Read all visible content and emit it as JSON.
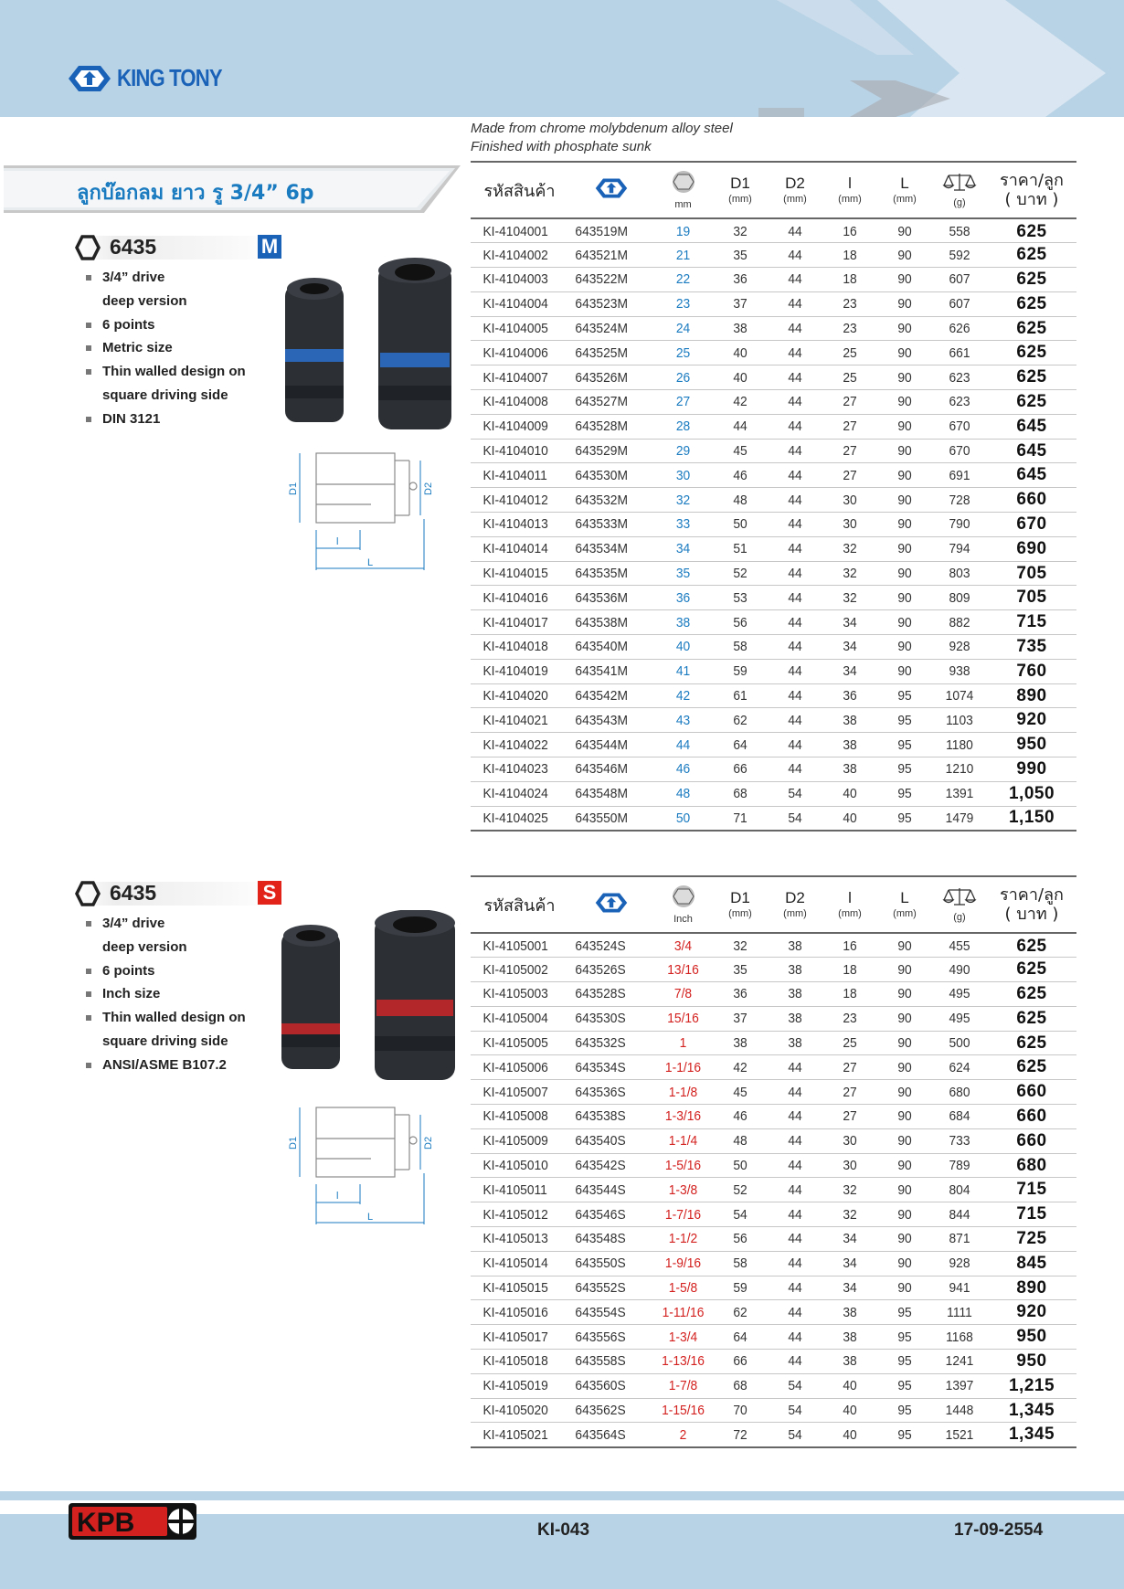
{
  "brand": {
    "name": "KING TONY"
  },
  "title": "ลูกบ๊อกลม ยาว รู 3/4” 6p",
  "material_note": [
    "Made from chrome molybdenum alloy steel",
    "Finished with phosphate sunk"
  ],
  "table_headers": {
    "code": "รหัสสินค้า",
    "size_unit_metric": "mm",
    "size_unit_inch": "Inch",
    "d1": "D1",
    "d2": "D2",
    "l_small": "l",
    "l_big": "L",
    "unit_mm": "(mm)",
    "unit_g": "(g)",
    "price_line1": "ราคา/ลูก",
    "price_line2": "( บาท )"
  },
  "dimension_labels": {
    "d1": "D1",
    "d2": "D2",
    "l_small": "l",
    "l_big": "L"
  },
  "section_m": {
    "model": "6435",
    "badge": "M",
    "badge_color": "#1a62b8",
    "features": [
      "3/4” drive",
      "deep version",
      "6 points",
      "Metric size",
      "Thin walled design on",
      "square driving side",
      "DIN 3121"
    ],
    "rows": [
      [
        "KI-4104001",
        "643519M",
        "19",
        "32",
        "44",
        "16",
        "90",
        "558",
        "625"
      ],
      [
        "KI-4104002",
        "643521M",
        "21",
        "35",
        "44",
        "18",
        "90",
        "592",
        "625"
      ],
      [
        "KI-4104003",
        "643522M",
        "22",
        "36",
        "44",
        "18",
        "90",
        "607",
        "625"
      ],
      [
        "KI-4104004",
        "643523M",
        "23",
        "37",
        "44",
        "23",
        "90",
        "607",
        "625"
      ],
      [
        "KI-4104005",
        "643524M",
        "24",
        "38",
        "44",
        "23",
        "90",
        "626",
        "625"
      ],
      [
        "KI-4104006",
        "643525M",
        "25",
        "40",
        "44",
        "25",
        "90",
        "661",
        "625"
      ],
      [
        "KI-4104007",
        "643526M",
        "26",
        "40",
        "44",
        "25",
        "90",
        "623",
        "625"
      ],
      [
        "KI-4104008",
        "643527M",
        "27",
        "42",
        "44",
        "27",
        "90",
        "623",
        "625"
      ],
      [
        "KI-4104009",
        "643528M",
        "28",
        "44",
        "44",
        "27",
        "90",
        "670",
        "645"
      ],
      [
        "KI-4104010",
        "643529M",
        "29",
        "45",
        "44",
        "27",
        "90",
        "670",
        "645"
      ],
      [
        "KI-4104011",
        "643530M",
        "30",
        "46",
        "44",
        "27",
        "90",
        "691",
        "645"
      ],
      [
        "KI-4104012",
        "643532M",
        "32",
        "48",
        "44",
        "30",
        "90",
        "728",
        "660"
      ],
      [
        "KI-4104013",
        "643533M",
        "33",
        "50",
        "44",
        "30",
        "90",
        "790",
        "670"
      ],
      [
        "KI-4104014",
        "643534M",
        "34",
        "51",
        "44",
        "32",
        "90",
        "794",
        "690"
      ],
      [
        "KI-4104015",
        "643535M",
        "35",
        "52",
        "44",
        "32",
        "90",
        "803",
        "705"
      ],
      [
        "KI-4104016",
        "643536M",
        "36",
        "53",
        "44",
        "32",
        "90",
        "809",
        "705"
      ],
      [
        "KI-4104017",
        "643538M",
        "38",
        "56",
        "44",
        "34",
        "90",
        "882",
        "715"
      ],
      [
        "KI-4104018",
        "643540M",
        "40",
        "58",
        "44",
        "34",
        "90",
        "928",
        "735"
      ],
      [
        "KI-4104019",
        "643541M",
        "41",
        "59",
        "44",
        "34",
        "90",
        "938",
        "760"
      ],
      [
        "KI-4104020",
        "643542M",
        "42",
        "61",
        "44",
        "36",
        "95",
        "1074",
        "890"
      ],
      [
        "KI-4104021",
        "643543M",
        "43",
        "62",
        "44",
        "38",
        "95",
        "1103",
        "920"
      ],
      [
        "KI-4104022",
        "643544M",
        "44",
        "64",
        "44",
        "38",
        "95",
        "1180",
        "950"
      ],
      [
        "KI-4104023",
        "643546M",
        "46",
        "66",
        "44",
        "38",
        "95",
        "1210",
        "990"
      ],
      [
        "KI-4104024",
        "643548M",
        "48",
        "68",
        "54",
        "40",
        "95",
        "1391",
        "1,050"
      ],
      [
        "KI-4104025",
        "643550M",
        "50",
        "71",
        "54",
        "40",
        "95",
        "1479",
        "1,150"
      ]
    ]
  },
  "section_s": {
    "model": "6435",
    "badge": "S",
    "badge_color": "#e2231a",
    "features": [
      "3/4”  drive",
      "deep version",
      "6 points",
      "Inch size",
      "Thin walled design on",
      "square driving side",
      "ANSI/ASME B107.2"
    ],
    "rows": [
      [
        "KI-4105001",
        "643524S",
        "3/4",
        "32",
        "38",
        "16",
        "90",
        "455",
        "625"
      ],
      [
        "KI-4105002",
        "643526S",
        "13/16",
        "35",
        "38",
        "18",
        "90",
        "490",
        "625"
      ],
      [
        "KI-4105003",
        "643528S",
        "7/8",
        "36",
        "38",
        "18",
        "90",
        "495",
        "625"
      ],
      [
        "KI-4105004",
        "643530S",
        "15/16",
        "37",
        "38",
        "23",
        "90",
        "495",
        "625"
      ],
      [
        "KI-4105005",
        "643532S",
        "1",
        "38",
        "38",
        "25",
        "90",
        "500",
        "625"
      ],
      [
        "KI-4105006",
        "643534S",
        "1-1/16",
        "42",
        "44",
        "27",
        "90",
        "624",
        "625"
      ],
      [
        "KI-4105007",
        "643536S",
        "1-1/8",
        "45",
        "44",
        "27",
        "90",
        "680",
        "660"
      ],
      [
        "KI-4105008",
        "643538S",
        "1-3/16",
        "46",
        "44",
        "27",
        "90",
        "684",
        "660"
      ],
      [
        "KI-4105009",
        "643540S",
        "1-1/4",
        "48",
        "44",
        "30",
        "90",
        "733",
        "660"
      ],
      [
        "KI-4105010",
        "643542S",
        "1-5/16",
        "50",
        "44",
        "30",
        "90",
        "789",
        "680"
      ],
      [
        "KI-4105011",
        "643544S",
        "1-3/8",
        "52",
        "44",
        "32",
        "90",
        "804",
        "715"
      ],
      [
        "KI-4105012",
        "643546S",
        "1-7/16",
        "54",
        "44",
        "32",
        "90",
        "844",
        "715"
      ],
      [
        "KI-4105013",
        "643548S",
        "1-1/2",
        "56",
        "44",
        "34",
        "90",
        "871",
        "725"
      ],
      [
        "KI-4105014",
        "643550S",
        "1-9/16",
        "58",
        "44",
        "34",
        "90",
        "928",
        "845"
      ],
      [
        "KI-4105015",
        "643552S",
        "1-5/8",
        "59",
        "44",
        "34",
        "90",
        "941",
        "890"
      ],
      [
        "KI-4105016",
        "643554S",
        "1-11/16",
        "62",
        "44",
        "38",
        "95",
        "1111",
        "920"
      ],
      [
        "KI-4105017",
        "643556S",
        "1-3/4",
        "64",
        "44",
        "38",
        "95",
        "1168",
        "950"
      ],
      [
        "KI-4105018",
        "643558S",
        "1-13/16",
        "66",
        "44",
        "38",
        "95",
        "1241",
        "950"
      ],
      [
        "KI-4105019",
        "643560S",
        "1-7/8",
        "68",
        "54",
        "40",
        "95",
        "1397",
        "1,215"
      ],
      [
        "KI-4105020",
        "643562S",
        "1-15/16",
        "70",
        "54",
        "40",
        "95",
        "1448",
        "1,345"
      ],
      [
        "KI-4105021",
        "643564S",
        "2",
        "72",
        "54",
        "40",
        "95",
        "1521",
        "1,345"
      ]
    ]
  },
  "footer": {
    "logo": "KPB",
    "page_code": "KI-043",
    "date": "17-09-2554"
  },
  "colors": {
    "header_band": "#b9d3e6",
    "metric_size": "#1a7bc0",
    "inch_size": "#d3211f",
    "brand_blue": "#1a62b8"
  }
}
